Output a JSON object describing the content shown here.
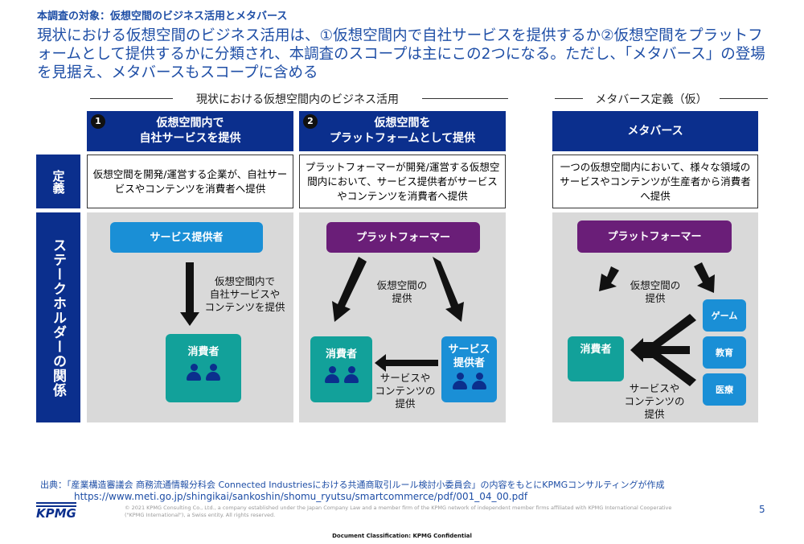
{
  "header": {
    "kicker": "本調査の対象：仮想空間のビジネス活用とメタバース",
    "lead": "現状における仮想空間のビジネス活用は、①仮想空間内で自社サービスを提供するか②仮想空間をプラットフォームとして提供するかに分類され、本調査のスコープは主にこの2つになる。ただし、「メタバース」の登場を見据え、メタバースもスコープに含める"
  },
  "sections": {
    "current": "現状における仮想空間内のビジネス活用",
    "metaverse": "メタバース定義（仮）"
  },
  "rows": {
    "definition": "定義",
    "stakeholders": "ステークホルダーの関係"
  },
  "columns": [
    {
      "number": "1",
      "title_line1": "仮想空間内で",
      "title_line2": "自社サービスを提供",
      "definition": "仮想空間を開発/運営する企業が、自社サービスやコンテンツを消費者へ提供",
      "top_box": "サービス提供者",
      "arrow_text": [
        "仮想空間内で",
        "自社サービスや",
        "コンテンツを提供"
      ],
      "consumer": "消費者"
    },
    {
      "number": "2",
      "title_line1": "仮想空間を",
      "title_line2": "プラットフォームとして提供",
      "definition": "プラットフォーマーが開発/運営する仮想空間内において、サービス提供者がサービスやコンテンツを消費者へ提供",
      "top_box": "プラットフォーマー",
      "arrow_text": [
        "仮想空間の",
        "提供"
      ],
      "consumer": "消費者",
      "provider": "サービス提供者",
      "provider_l1": "サービス",
      "provider_l2": "提供者",
      "content_text": [
        "サービスや",
        "コンテンツの",
        "提供"
      ]
    },
    {
      "title": "メタバース",
      "definition": "一つの仮想空間内において、様々な領域のサービスやコンテンツが生産者から消費者へ提供",
      "top_box": "プラットフォーマー",
      "arrow_text": [
        "仮想空間の",
        "提供"
      ],
      "consumer": "消費者",
      "domains": [
        "ゲーム",
        "教育",
        "医療"
      ],
      "content_text": [
        "サービスや",
        "コンテンツの",
        "提供"
      ]
    }
  ],
  "footer": {
    "source": "出典：「産業構造審議会 商務流通情報分科会 Connected Industriesにおける共通商取引ルール検討小委員会」の内容をもとにKPMGコンサルティングが作成",
    "url": "https://www.meti.go.jp/shingikai/sankoshin/shomu_ryutsu/smartcommerce/pdf/001_04_00.pdf",
    "logo": "KPMG",
    "copyright": "© 2021 KPMG Consulting Co., Ltd., a company established under the Japan Company Law and a member firm of the KPMG network of independent member firms affiliated with KPMG International Cooperative (\"KPMG International\"), a Swiss entity. All rights reserved.",
    "page": "5",
    "classification": "Document Classification: KPMG Confidential"
  },
  "colors": {
    "navy": "#0b2f8d",
    "light_blue": "#1a8fd6",
    "purple": "#6a1e78",
    "teal": "#12a19a",
    "panel": "#d9d9d9",
    "text_blue": "#1e4ea6"
  }
}
